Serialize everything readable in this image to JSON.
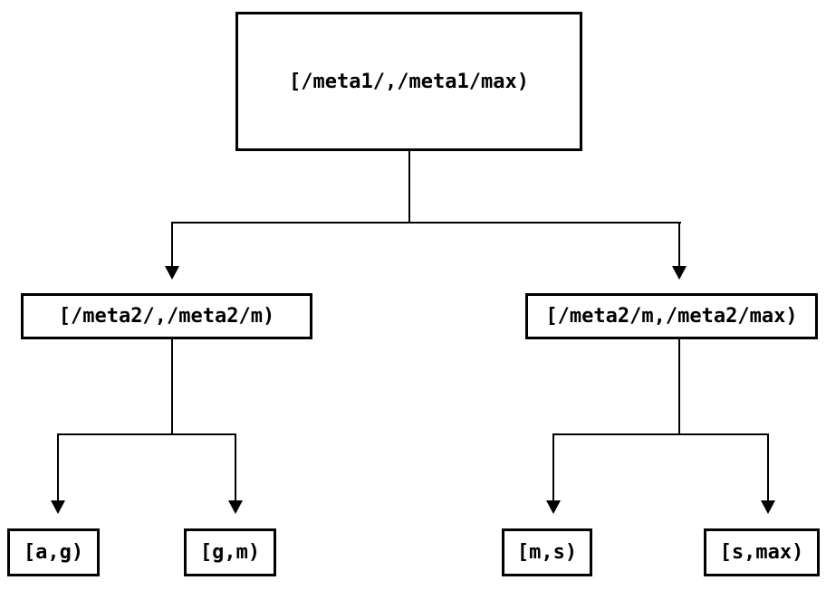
{
  "diagram": {
    "type": "tree",
    "background_color": "#ffffff",
    "line_color": "#000000",
    "box_border_color": "#000000",
    "text_color": "#000000",
    "nodes": {
      "root": {
        "label": "[/meta1/,/meta1/max)"
      },
      "left": {
        "label": "[/meta2/,/meta2/m)"
      },
      "right": {
        "label": "[/meta2/m,/meta2/max)"
      },
      "leaf_ag": {
        "label": "[a,g)"
      },
      "leaf_gm": {
        "label": "[g,m)"
      },
      "leaf_ms": {
        "label": "[m,s)"
      },
      "leaf_smax": {
        "label": "[s,max)"
      }
    },
    "edges": [
      {
        "from": "[/meta1/,/meta1/max)",
        "to": "[/meta2/,/meta2/m)"
      },
      {
        "from": "[/meta1/,/meta1/max)",
        "to": "[/meta2/m,/meta2/max)"
      },
      {
        "from": "[/meta2/,/meta2/m)",
        "to": "[a,g)"
      },
      {
        "from": "[/meta2/,/meta2/m)",
        "to": "[g,m)"
      },
      {
        "from": "[/meta2/m,/meta2/max)",
        "to": "[m,s)"
      },
      {
        "from": "[/meta2/m,/meta2/max)",
        "to": "[s,max)"
      }
    ]
  }
}
